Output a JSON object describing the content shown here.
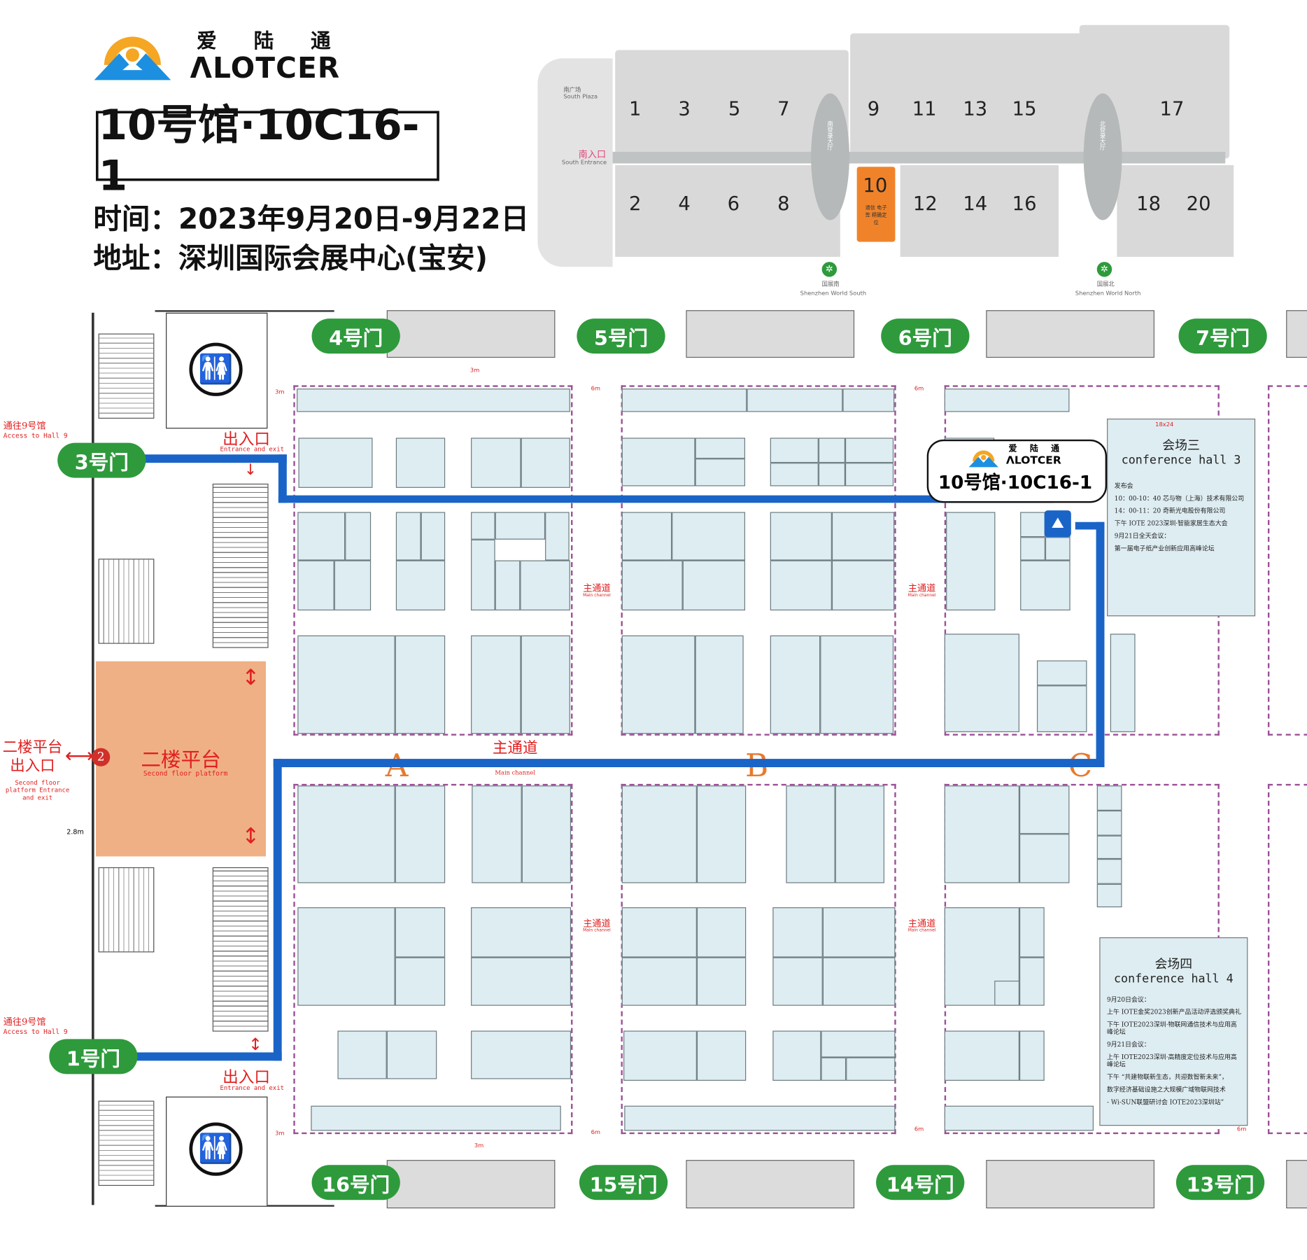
{
  "brand": {
    "name_cn": "爱 陆 通",
    "name_en": "ΛLOTCER",
    "colors": {
      "orange": "#f5a623",
      "blue": "#1d8fe0"
    }
  },
  "title": "10号馆·10C16-1",
  "info": {
    "time": "时间：2023年9月20日-9月22日",
    "address": "地址：深圳国际会展中心(宝安)"
  },
  "minimap": {
    "halls_top": [
      "1",
      "3",
      "5",
      "7",
      "9",
      "11",
      "13",
      "15",
      "17"
    ],
    "halls_bottom": [
      "2",
      "4",
      "6",
      "8",
      "10",
      "12",
      "14",
      "16",
      "18",
      "20"
    ],
    "highlight_hall": "10",
    "highlight_color": "#f0832a",
    "hall10_note": "通信 电子签 精确定位",
    "south_plaza": "南广场",
    "south_plaza_en": "South Plaza",
    "south_entrance": "南入口",
    "south_entrance_en": "South Entrance",
    "south_lobby": "南登录大厅",
    "north_lobby": "北登录大厅",
    "metro_south": "国展南",
    "metro_south_en": "Shenzhen World South",
    "metro_north": "国展北",
    "metro_north_en": "Shenzhen World North"
  },
  "gates": {
    "g4": "4号门",
    "g5": "5号门",
    "g6": "6号门",
    "g7": "7号门",
    "g3": "3号门",
    "g1": "1号门",
    "g16": "16号门",
    "g15": "15号门",
    "g14": "14号门",
    "g13": "13号门",
    "color": "#2e9a3c"
  },
  "labels": {
    "access_hall9": "通往9号馆",
    "access_hall9_en": "Access to Hall 9",
    "entrance": "出入口",
    "entrance_en": "Entrance and exit",
    "platform": "二楼平台",
    "platform_en": "Second floor platform",
    "platform_entrance": "二楼平台出入口",
    "platform_entrance_en": "Second floor platform Entrance and exit",
    "platform_badge": "2",
    "main_channel": "主通道",
    "main_channel_en": "Main channel",
    "zone_a": "A",
    "zone_b": "B",
    "zone_c": "C",
    "dim_3m": "3m",
    "dim_6m": "6m",
    "dim_28m": "2.8m",
    "dim_18x24": "18x24"
  },
  "callout": {
    "title": "10号馆·10C16-1"
  },
  "hall3": {
    "title_cn": "会场三",
    "title_en": "conference hall 3",
    "lines": [
      "发布会",
      "10：00-10：40 芯与物（上海）技术有限公司",
      "14：00-11：20 奇新光电股份有限公司",
      "下午  IOTE 2023深圳·智能家居生态大会",
      "9月21日全天会议：",
      "第一届电子纸产业创新应用高峰论坛"
    ]
  },
  "hall4": {
    "title_cn": "会场四",
    "title_en": "conference hall 4",
    "lines": [
      "9月20日会议：",
      "上午  IOTE金奖2023创新产品活动评选颁奖典礼",
      "下午  IOTE2023深圳·物联网通信技术与应用高峰论坛",
      "9月21日会议：",
      "上午  IOTE2023深圳·高精度定位技术与应用高峰论坛",
      "下午 “共建物联新生态，共迎数智新未来”，",
      "数字经济基础设施之大规模广域物联网技术",
      "- Wi-SUN联盟研讨会 IOTE2023深圳站”"
    ]
  },
  "path_color": "#1a64c8"
}
